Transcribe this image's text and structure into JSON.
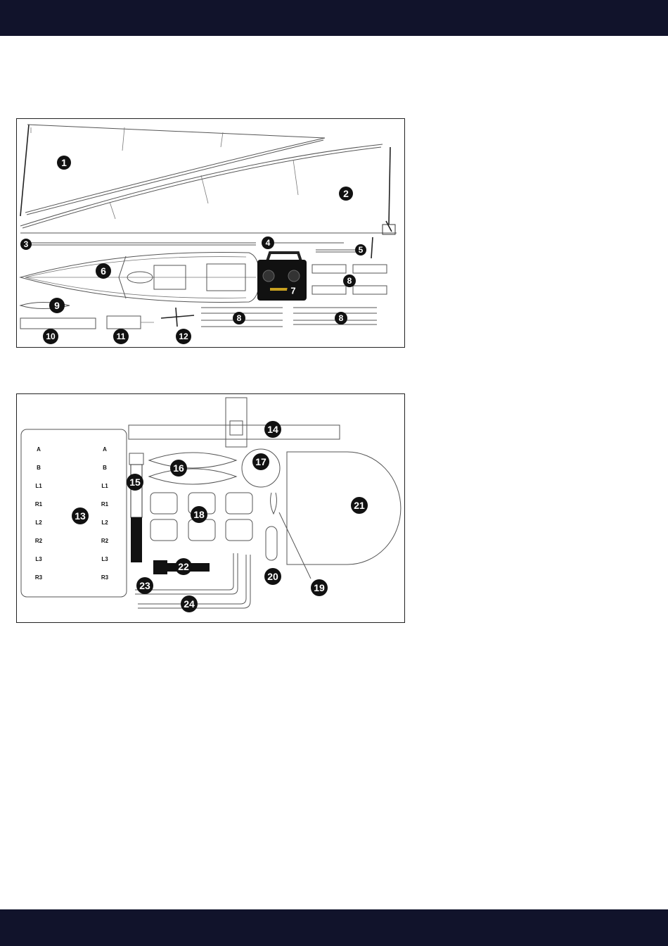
{
  "panel1": {
    "callouts": [
      "1",
      "2",
      "3",
      "4",
      "5",
      "6",
      "7",
      "8",
      "8",
      "8",
      "9",
      "10",
      "11",
      "12"
    ]
  },
  "panel2": {
    "callouts": [
      "13",
      "14",
      "15",
      "16",
      "17",
      "18",
      "19",
      "20",
      "21",
      "22",
      "23",
      "24"
    ],
    "tag_letters_left": [
      "A",
      "B",
      "L1",
      "R1",
      "L2",
      "R2",
      "L3",
      "R3"
    ],
    "tag_letters_right": [
      "A",
      "B",
      "L1",
      "R1",
      "L2",
      "R2",
      "L3",
      "R3"
    ]
  },
  "colors": {
    "band": "#11132b",
    "callout": "#111111",
    "line": "#555555"
  }
}
